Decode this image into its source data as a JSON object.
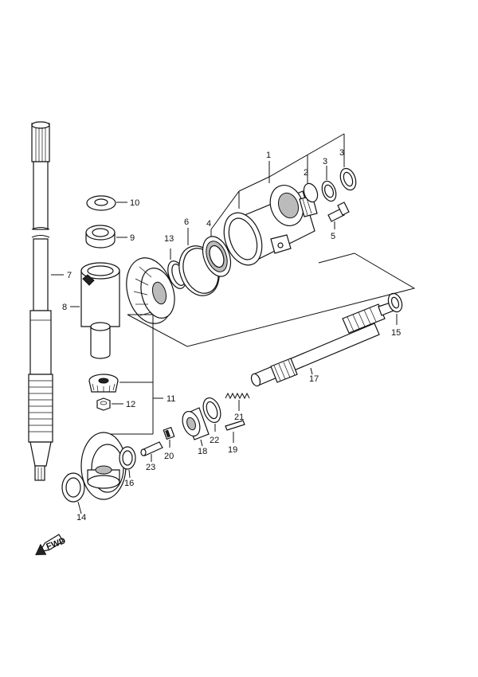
{
  "callouts": {
    "c1": "1",
    "c2": "2",
    "c3a": "3",
    "c3b": "3",
    "c4": "4",
    "c5": "5",
    "c6": "6",
    "c7": "7",
    "c8": "8",
    "c9": "9",
    "c10": "10",
    "c11": "11",
    "c12": "12",
    "c13": "13",
    "c14": "14",
    "c15": "15",
    "c16": "16",
    "c17": "17",
    "c18": "18",
    "c19": "19",
    "c20": "20",
    "c21": "21",
    "c22": "22",
    "c23": "23"
  },
  "direction_marker": {
    "label": "FWD",
    "icon": "forward-arrow-icon"
  }
}
